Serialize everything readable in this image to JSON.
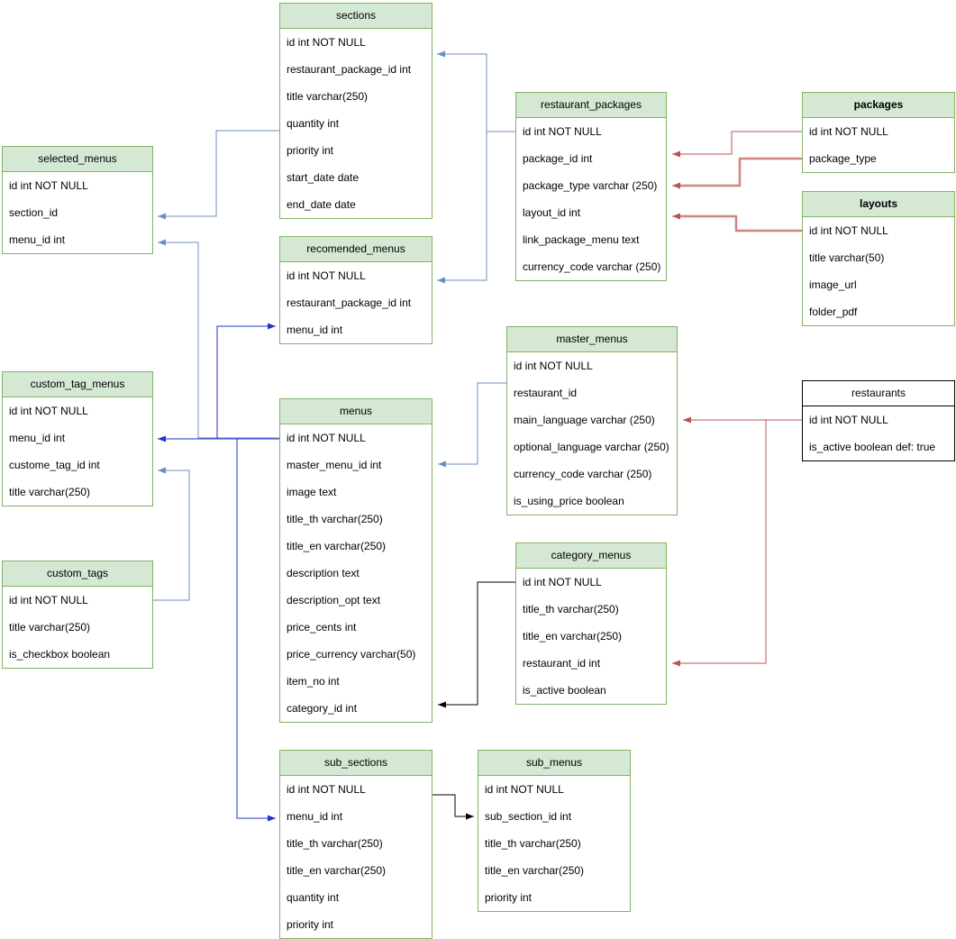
{
  "diagram": {
    "tables": {
      "sections": {
        "title": "sections",
        "fields": [
          "id int NOT NULL",
          "restaurant_package_id int",
          "title varchar(250)",
          "quantity int",
          "priority int",
          "start_date date",
          "end_date date"
        ]
      },
      "restaurant_packages": {
        "title": "restaurant_packages",
        "fields": [
          "id int NOT NULL",
          "package_id int",
          "package_type varchar (250)",
          "layout_id int",
          "link_package_menu text",
          "currency_code varchar (250)"
        ]
      },
      "packages": {
        "title": "packages",
        "fields": [
          "id int NOT NULL",
          "package_type"
        ]
      },
      "layouts": {
        "title": "layouts",
        "fields": [
          "id int NOT NULL",
          "title varchar(50)",
          "image_url",
          "folder_pdf"
        ]
      },
      "selected_menus": {
        "title": "selected_menus",
        "fields": [
          "id int NOT NULL",
          "section_id",
          "menu_id int"
        ]
      },
      "recomended_menus": {
        "title": "recomended_menus",
        "fields": [
          "id int NOT NULL",
          "restaurant_package_id int",
          "menu_id int"
        ]
      },
      "master_menus": {
        "title": "master_menus",
        "fields": [
          "id int NOT NULL",
          "restaurant_id",
          "main_language varchar (250)",
          "optional_language varchar (250)",
          "currency_code varchar (250)",
          "is_using_price boolean"
        ]
      },
      "restaurants": {
        "title": "restaurants",
        "fields": [
          "id int NOT NULL",
          "is_active boolean def: true"
        ]
      },
      "custom_tag_menus": {
        "title": "custom_tag_menus",
        "fields": [
          "id int NOT NULL",
          "menu_id int",
          "custome_tag_id int",
          "title varchar(250)"
        ]
      },
      "menus": {
        "title": "menus",
        "fields": [
          "id int NOT NULL",
          "master_menu_id int",
          "image text",
          "title_th varchar(250)",
          "title_en varchar(250)",
          "description text",
          "description_opt text",
          "price_cents int",
          "price_currency varchar(50)",
          "item_no int",
          "category_id int"
        ]
      },
      "category_menus": {
        "title": "category_menus",
        "fields": [
          "id int NOT NULL",
          "title_th varchar(250)",
          "title_en varchar(250)",
          "restaurant_id int",
          "is_active boolean"
        ]
      },
      "custom_tags": {
        "title": "custom_tags",
        "fields": [
          "id int NOT NULL",
          "title varchar(250)",
          "is_checkbox boolean"
        ]
      },
      "sub_sections": {
        "title": "sub_sections",
        "fields": [
          "id int NOT NULL",
          "menu_id int",
          "title_th varchar(250)",
          "title_en varchar(250)",
          "quantity int",
          "priority int"
        ]
      },
      "sub_menus": {
        "title": "sub_menus",
        "fields": [
          "id int NOT NULL",
          "sub_section_id int",
          "title_th varchar(250)",
          "title_en varchar(250)",
          "priority int"
        ]
      }
    },
    "colors": {
      "table_border_green": "#82b366",
      "table_header_fill_green": "#d5e8d4",
      "table_border_black": "#000000",
      "connector_blue": "#6c8ebf",
      "connector_dark_blue": "#2233cc",
      "connector_red": "#b85450",
      "connector_pink_highlight": "#e8b8b6",
      "connector_black": "#000000"
    },
    "relationships": [
      {
        "from": "restaurant_packages.id",
        "to": "sections.restaurant_package_id",
        "color": "blue"
      },
      {
        "from": "restaurant_packages.id",
        "to": "recomended_menus.restaurant_package_id",
        "color": "blue"
      },
      {
        "from": "sections.id",
        "to": "selected_menus.section_id",
        "color": "blue"
      },
      {
        "from": "menus.id",
        "to": "selected_menus.menu_id",
        "color": "blue"
      },
      {
        "from": "custom_tags.id",
        "to": "custom_tag_menus.custome_tag_id",
        "color": "blue"
      },
      {
        "from": "master_menus.id",
        "to": "menus.master_menu_id",
        "color": "blue"
      },
      {
        "from": "menus.id",
        "to": "custom_tag_menus.menu_id",
        "color": "dark_blue"
      },
      {
        "from": "menus.id",
        "to": "recomended_menus.menu_id",
        "color": "dark_blue"
      },
      {
        "from": "menus.id",
        "to": "sub_sections.menu_id",
        "color": "dark_blue"
      },
      {
        "from": "packages.id",
        "to": "restaurant_packages.package_id",
        "color": "red"
      },
      {
        "from": "packages.package_type",
        "to": "restaurant_packages.package_type",
        "color": "red"
      },
      {
        "from": "layouts.id",
        "to": "restaurant_packages.layout_id",
        "color": "red"
      },
      {
        "from": "restaurants.id",
        "to": "master_menus.main_language",
        "color": "red"
      },
      {
        "from": "restaurants.id",
        "to": "category_menus.restaurant_id",
        "color": "red"
      },
      {
        "from": "category_menus.id",
        "to": "menus.category_id",
        "color": "black"
      },
      {
        "from": "sub_sections.id",
        "to": "sub_menus.sub_section_id",
        "color": "black"
      }
    ]
  }
}
